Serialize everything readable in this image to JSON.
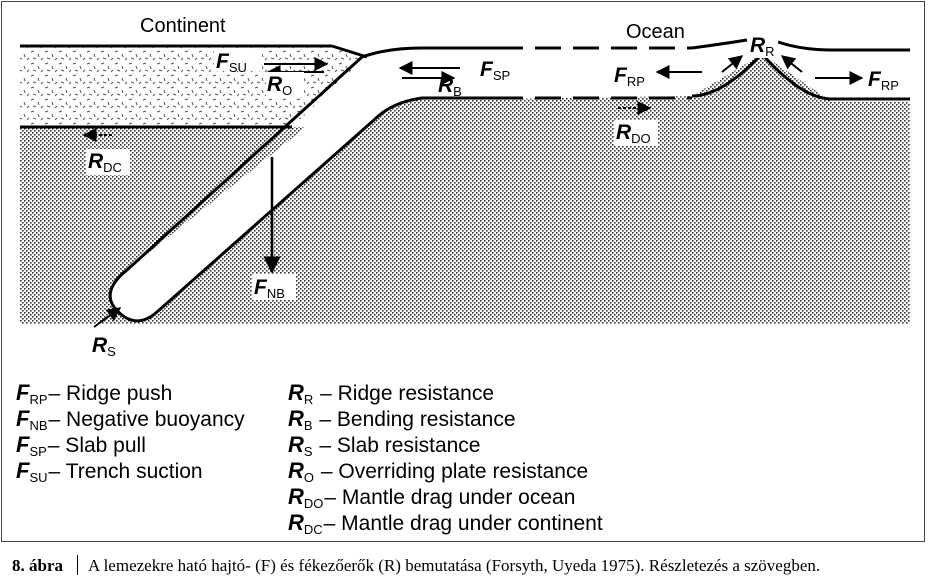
{
  "diagram": {
    "region_labels": {
      "continent": "Continent",
      "ocean": "Ocean"
    },
    "forces": {
      "FSU": {
        "sym": "F",
        "sub": "SU"
      },
      "FSP": {
        "sym": "F",
        "sub": "SP"
      },
      "FRP_left": {
        "sym": "F",
        "sub": "RP"
      },
      "FRP_right": {
        "sym": "F",
        "sub": "RP"
      },
      "FNB": {
        "sym": "F",
        "sub": "NB"
      },
      "RO": {
        "sym": "R",
        "sub": "O"
      },
      "RB": {
        "sym": "R",
        "sub": "B"
      },
      "RR": {
        "sym": "R",
        "sub": "R"
      },
      "RDO": {
        "sym": "R",
        "sub": "DO"
      },
      "RDC": {
        "sym": "R",
        "sub": "DC"
      },
      "RS": {
        "sym": "R",
        "sub": "S"
      }
    }
  },
  "legend": {
    "left": [
      {
        "sym": "F",
        "sub": "RP",
        "text": "– Ridge push"
      },
      {
        "sym": "F",
        "sub": "NB",
        "text": "– Negative buoyancy"
      },
      {
        "sym": "F",
        "sub": "SP",
        "text": "– Slab pull"
      },
      {
        "sym": "F",
        "sub": "SU",
        "text": "– Trench suction"
      }
    ],
    "right": [
      {
        "sym": "R",
        "sub": "R",
        "text": " – Ridge resistance"
      },
      {
        "sym": "R",
        "sub": "B",
        "text": " – Bending resistance"
      },
      {
        "sym": "R",
        "sub": "S",
        "text": " – Slab resistance"
      },
      {
        "sym": "R",
        "sub": "O",
        "text": " – Overriding plate resistance"
      },
      {
        "sym": "R",
        "sub": "DO",
        "text": "– Mantle drag under ocean"
      },
      {
        "sym": "R",
        "sub": "DC",
        "text": "– Mantle drag under continent"
      }
    ]
  },
  "caption": {
    "figure_label": "8. ábra",
    "text": "A lemezekre ható hajtó- (F) és fékezőerők (R) bemutatása (Forsyth, Uyeda 1975). Részletezés a szövegben."
  }
}
